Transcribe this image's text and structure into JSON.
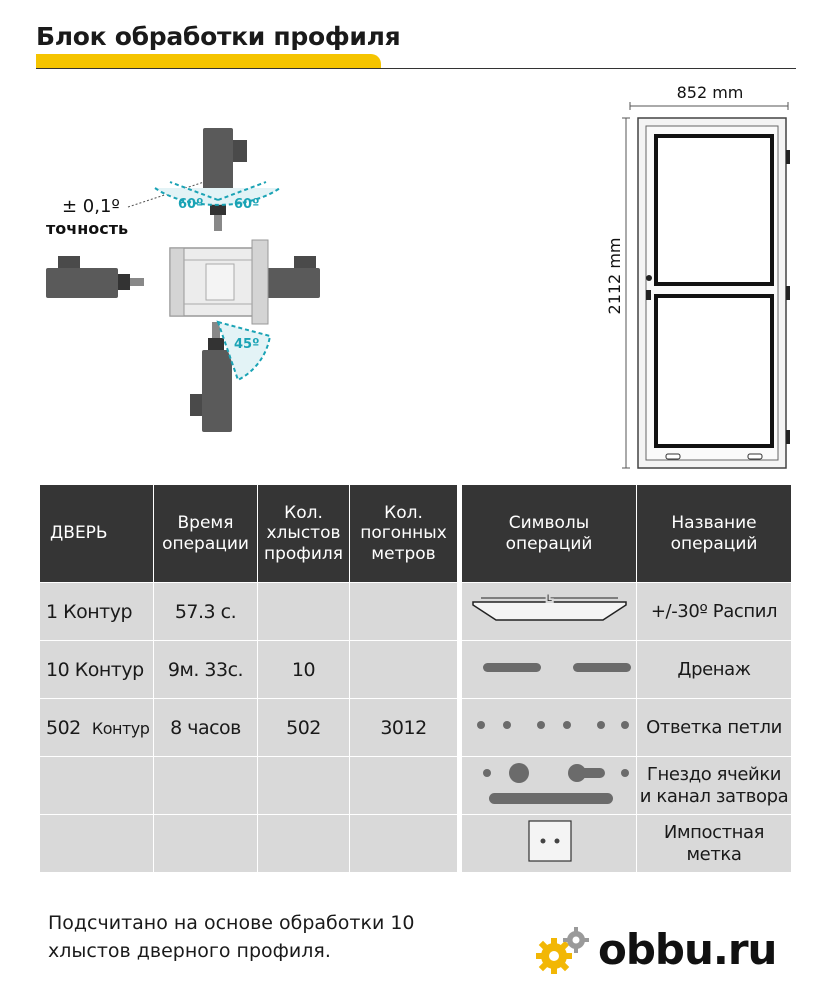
{
  "header": {
    "title": "Блок обработки профиля"
  },
  "precision": {
    "value": "± 0,1º",
    "label": "точность"
  },
  "angles": {
    "left": "60º",
    "right": "60º",
    "bottom": "45º"
  },
  "door_drawing": {
    "width_label": "852 mm",
    "height_label": "2112 mm"
  },
  "operations_table": {
    "headers": [
      [
        "ДВЕРЬ"
      ],
      [
        "Время",
        "операции"
      ],
      [
        "Кол.",
        "хлыстов",
        "профиля"
      ],
      [
        "Кол.",
        "погонных",
        "метров"
      ]
    ],
    "rows": [
      {
        "door": "1 Контур",
        "door_num": "",
        "door_word": "",
        "time": "57.3 с.",
        "bars": "",
        "meters": ""
      },
      {
        "door": "10 Контур",
        "door_num": "",
        "door_word": "",
        "time": "9м. 33с.",
        "bars": "10",
        "meters": ""
      },
      {
        "door": "",
        "door_num": "502",
        "door_word": "Контур",
        "time": "8 часов",
        "bars": "502",
        "meters": "3012"
      },
      {
        "door": "",
        "door_num": "",
        "door_word": "",
        "time": "",
        "bars": "",
        "meters": ""
      },
      {
        "door": "",
        "door_num": "",
        "door_word": "",
        "time": "",
        "bars": "",
        "meters": ""
      }
    ]
  },
  "symbols_table": {
    "headers": [
      [
        "Символы",
        "операций"
      ],
      [
        "Название",
        "операций"
      ]
    ],
    "rows": [
      {
        "symbol": "cut-symbol-icon",
        "symbol_text": "L",
        "name_lines": [
          "+/-30º Распил"
        ]
      },
      {
        "symbol": "drainage-symbol-icon",
        "name_lines": [
          "Дренаж"
        ]
      },
      {
        "symbol": "hinge-holes-symbol-icon",
        "name_lines": [
          "Ответка петли"
        ]
      },
      {
        "symbol": "lock-slot-symbol-icon",
        "name_lines": [
          "Гнездо ячейки",
          "и канал затвора"
        ]
      },
      {
        "symbol": "mullion-mark-symbol-icon",
        "name_lines": [
          "Импостная",
          "метка"
        ]
      }
    ]
  },
  "footnote": {
    "lines": [
      "Подсчитано на основе обработки 10",
      "хлыстов дверного профиля."
    ]
  },
  "logo": {
    "text": "obbu.ru"
  },
  "colors": {
    "accent": "#f5c400",
    "header_bg": "#353535",
    "cell_bg": "#d9d9d9",
    "angle_teal": "#1aa3b5"
  }
}
